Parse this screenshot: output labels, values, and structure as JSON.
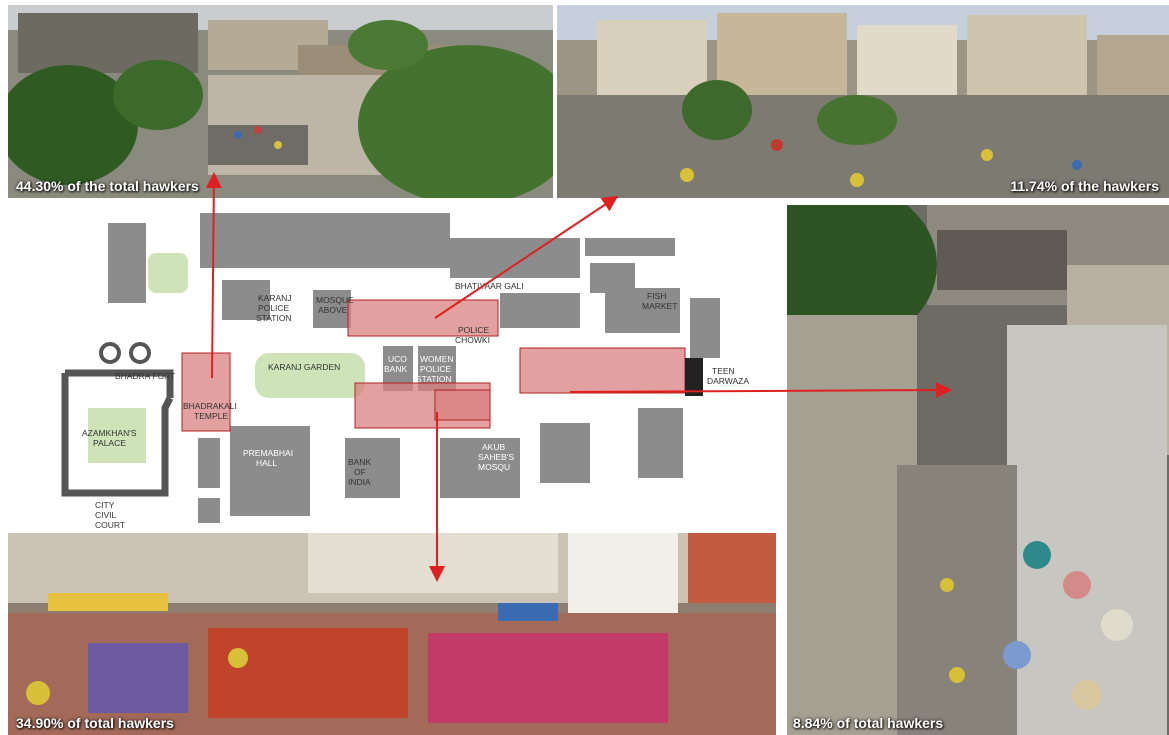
{
  "captions": {
    "p1": "44.30% of the total hawkers",
    "p2": "11.74% of the hawkers",
    "p3": "8.84% of total hawkers",
    "p4": "34.90% of total hawkers"
  },
  "map_labels": {
    "bhatiyaar_gali": "BHATIYAAR GALI",
    "fish_1": "FISH",
    "fish_2": "MARKET",
    "karanj_1": "KARANJ",
    "karanj_2": "POLICE",
    "karanj_3": "STATION",
    "mosque_1": "MOSQUE",
    "mosque_2": "ABOVE",
    "police_1": "POLICE",
    "police_2": "CHOWKI",
    "uco_1": "UCO",
    "uco_2": "BANK",
    "women_1": "WOMEN",
    "women_2": "POLICE",
    "women_3": "STATION",
    "teen_1": "TEEN",
    "teen_2": "DARWAZA",
    "karanj_garden": "KARANJ GARDEN",
    "bhadra_fort": "BHADRA FORT",
    "bhadrakali_1": "BHADRAKALI",
    "bhadrakali_2": "TEMPLE",
    "azamkhan_1": "AZAMKHAN'S",
    "azamkhan_2": "PALACE",
    "premabhai_1": "PREMABHAI",
    "premabhai_2": "HALL",
    "bank_1": "BANK",
    "bank_2": "OF",
    "bank_3": "INDIA",
    "akub_1": "AKUB",
    "akub_2": "SAHEB'S",
    "akub_3": "MOSQU",
    "city_1": "CITY",
    "city_2": "CIVIL",
    "city_3": "COURT"
  },
  "colors": {
    "arrow": "#e02020",
    "zone_fill": "#d98080",
    "zone_stroke": "#b02020",
    "building": "#8c8c8c",
    "garden": "#cfe3b8"
  }
}
